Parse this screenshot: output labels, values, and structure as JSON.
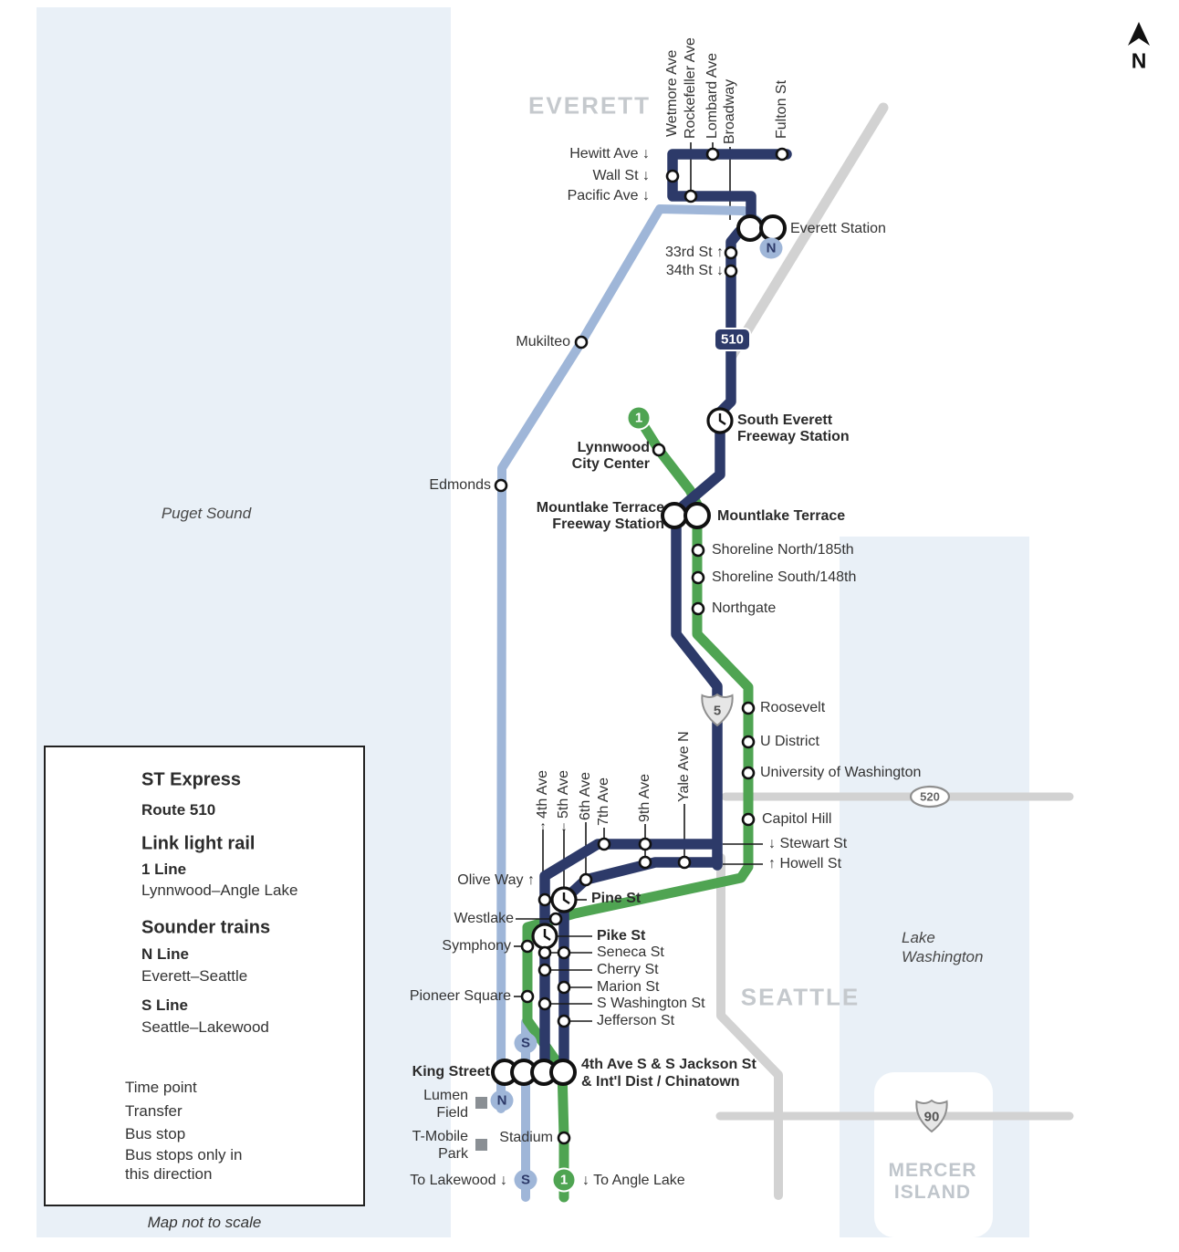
{
  "compass": {
    "label": "N"
  },
  "areas": {
    "everett": "EVERETT",
    "seattle": "SEATTLE",
    "mercer_island_1": "MERCER",
    "mercer_island_2": "ISLAND",
    "puget_sound": "Puget Sound",
    "lake_washington_1": "Lake",
    "lake_washington_2": "Washington"
  },
  "shields": {
    "i5": "5",
    "sr520": "520",
    "i90": "90"
  },
  "badges": {
    "route": "510",
    "one": "1",
    "n": "N",
    "s": "S"
  },
  "everett_streets": [
    {
      "label": "Wetmore Ave"
    },
    {
      "label": "Rockefeller Ave"
    },
    {
      "label": "Lombard Ave"
    },
    {
      "label": "Broadway"
    },
    {
      "label": "Fulton St"
    }
  ],
  "downtown_streets": [
    {
      "label": "4th Ave",
      "arrow": "↑"
    },
    {
      "label": "5th Ave",
      "arrow": "↓"
    },
    {
      "label": "6th Ave",
      "arrow": ""
    },
    {
      "label": "7th Ave",
      "arrow": ""
    },
    {
      "label": "9th Ave",
      "arrow": ""
    },
    {
      "label": "Yale Ave N",
      "arrow": ""
    }
  ],
  "stations": {
    "hewitt": "Hewitt Ave ↓",
    "wall": "Wall St ↓",
    "pacific": "Pacific Ave ↓",
    "everett_station": "Everett Station",
    "st33": "33rd St ↑",
    "st34": "34th St ↓",
    "mukilteo": "Mukilteo",
    "south_everett_1": "South Everett",
    "south_everett_2": "Freeway Station",
    "lynnwood_1": "Lynnwood",
    "lynnwood_2": "City Center",
    "edmonds": "Edmonds",
    "mt_freeway_1": "Mountlake Terrace",
    "mt_freeway_2": "Freeway Station",
    "mountlake_terrace": "Mountlake Terrace",
    "shoreline_n": "Shoreline North/185th",
    "shoreline_s": "Shoreline South/148th",
    "northgate": "Northgate",
    "roosevelt": "Roosevelt",
    "u_district": "U District",
    "uw": "University of Washington",
    "capitol_hill": "Capitol Hill",
    "stewart": "↓ Stewart St",
    "howell": "↑ Howell St",
    "olive": "Olive Way ↑",
    "pine": "Pine St",
    "westlake": "Westlake",
    "pike": "Pike St",
    "symphony": "Symphony",
    "seneca": "Seneca St",
    "cherry": "Cherry St",
    "marion": "Marion St",
    "s_washington": "S Washington St",
    "jefferson": "Jefferson St",
    "pioneer_square": "Pioneer Square",
    "king_street": "King Street",
    "jackson_1": "4th Ave S & S Jackson St",
    "jackson_2": "& Int'l Dist / Chinatown",
    "lumen_1": "Lumen",
    "lumen_2": "Field",
    "tmobile_1": "T-Mobile",
    "tmobile_2": "Park",
    "stadium": "Stadium",
    "to_lakewood": "To Lakewood ↓",
    "to_angle_lake": "↓ To Angle Lake"
  },
  "legend": {
    "st_express": "ST Express",
    "route_510": "Route 510",
    "link": "Link light rail",
    "one_line": "1 Line",
    "one_line_sub": "Lynnwood–Angle Lake",
    "sounder": "Sounder trains",
    "n_line": "N Line",
    "n_line_sub": "Everett–Seattle",
    "s_line": "S Line",
    "s_line_sub": "Seattle–Lakewood",
    "time_point": "Time point",
    "transfer": "Transfer",
    "bus_stop": "Bus stop",
    "bus_dir_1": "Bus stops only in",
    "bus_dir_2": "this direction"
  },
  "footnote": "Map not to scale",
  "colors": {
    "route_blue": "#2d3a69",
    "link_green": "#4fa452",
    "sounder_blue": "#9fb6d8",
    "water": "#e9f0f7",
    "road_gray": "#d2d2d2",
    "city_gray": "#c5c9cd"
  }
}
